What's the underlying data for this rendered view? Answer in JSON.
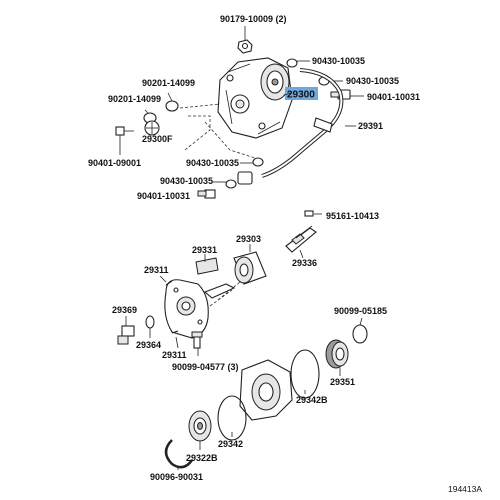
{
  "diagram_id": "194413A",
  "highlight": {
    "label": "29300",
    "color": "#6fa8dc"
  },
  "parts": {
    "p90179": "90179-10009 (2)",
    "p90430a": "90430-10035",
    "p90430b": "90430-10035",
    "p90401a": "90401-10031",
    "p90201a": "90201-14099",
    "p90201b": "90201-14099",
    "p29300f": "29300F",
    "p90401b": "90401-09001",
    "p29391": "29391",
    "p90430c": "90430-10035",
    "p90430d": "90430-10035",
    "p90401c": "90401-10031",
    "p95161": "95161-10413",
    "p29303": "29303",
    "p29331": "29331",
    "p29311a": "29311",
    "p29336": "29336",
    "p29369": "29369",
    "p29364": "29364",
    "p29311b": "29311",
    "p90099a": "90099-04577 (3)",
    "p90099b": "90099-05185",
    "p29351": "29351",
    "p29342b": "29342B",
    "p29342": "29342",
    "p29322b": "29322B",
    "p90096": "90096-90031"
  }
}
